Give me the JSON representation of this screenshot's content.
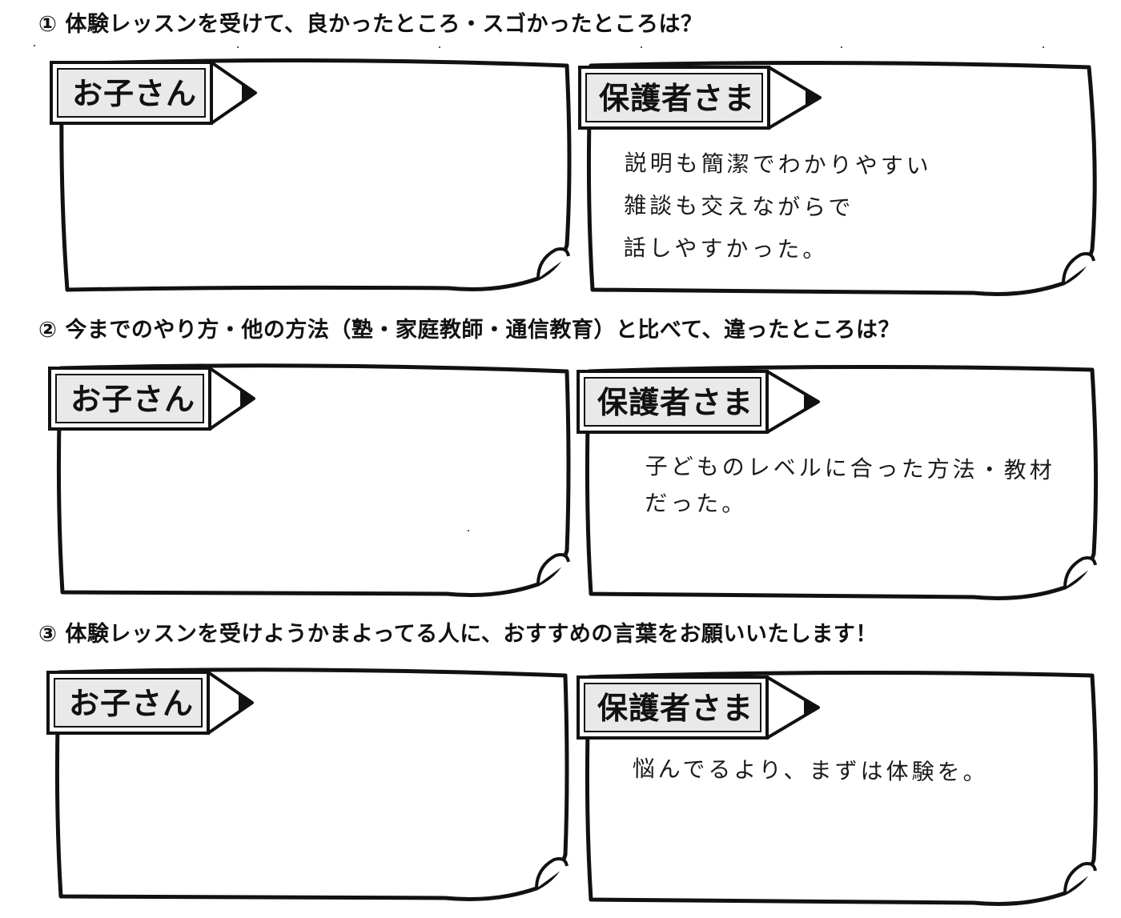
{
  "questions": [
    {
      "number": "①",
      "text": "体験レッスンを受けて、良かったところ・スゴかったところは？",
      "child_label": "お子さん",
      "parent_label": "保護者さま",
      "child_answer": "",
      "parent_answer": "説明も簡潔でわかりやすい\n雑談も交えながらで\n話しやすかった。"
    },
    {
      "number": "②",
      "text": "今までのやり方・他の方法（塾・家庭教師・通信教育）と比べて、違ったところは？",
      "child_label": "お子さん",
      "parent_label": "保護者さま",
      "child_answer": "",
      "parent_answer": "子どものレベルに合った方法・教材\nだった。"
    },
    {
      "number": "③",
      "text": "体験レッスンを受けようかまよってる人に、おすすめの言葉をお願いいたします！",
      "child_label": "お子さん",
      "parent_label": "保護者さま",
      "child_answer": "",
      "parent_answer": "悩んでるより、まずは体験を。"
    }
  ]
}
